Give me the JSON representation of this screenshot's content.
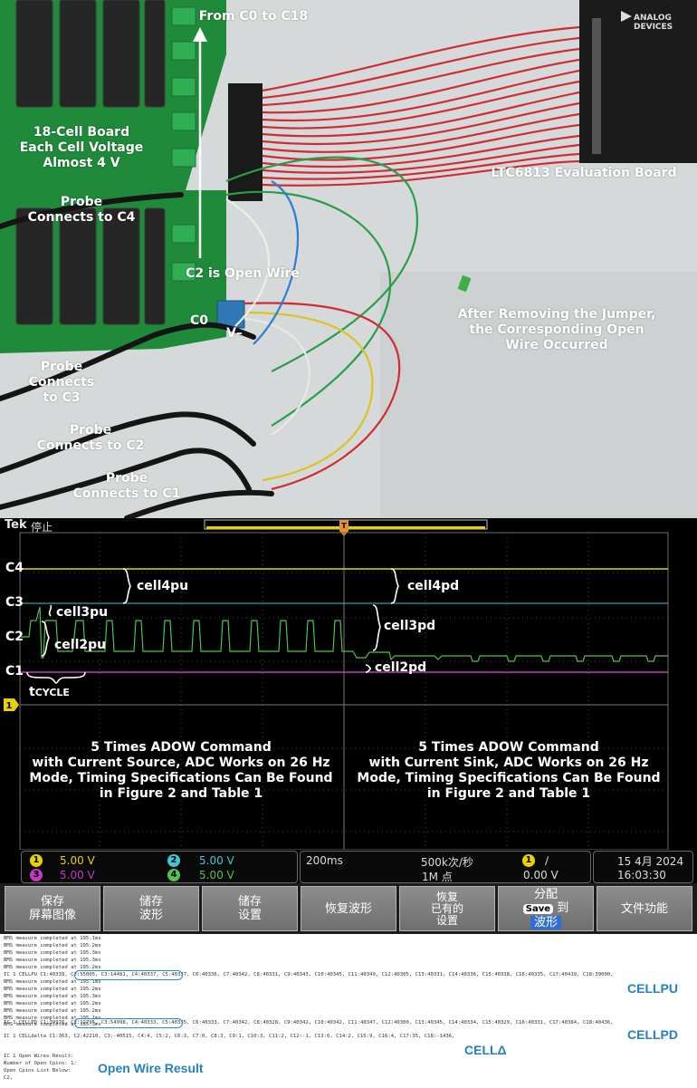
{
  "photo": {
    "labels": {
      "from_c0": "From C0 to C18",
      "board18": "18-Cell Board\nEach Cell Voltage\nAlmost 4 V",
      "probe_c4": "Probe\nConnects to C4",
      "c2_open": "C2 is Open Wire",
      "c0": "C0",
      "vminus": "V–",
      "eval_board": "LTC6813 Evaluation Board",
      "after_removing": "After Removing the Jumper,\nthe Corresponding Open\nWire Occurred",
      "probe_c3": "Probe\nConnects\nto C3",
      "probe_c2": "Probe\nConnects to C2",
      "probe_c1": "Probe\nConnects to C1"
    },
    "device_brand": "ANALOG\nDEVICES",
    "colors": {
      "pcb_green": "#1f8a3a",
      "wire_red": "#d12b33",
      "desk": "#d3d6d7"
    }
  },
  "scope": {
    "brand": "Tek",
    "run_state": "停止",
    "trigger_marker": "T",
    "channel_labels": [
      "C4",
      "C3",
      "C2",
      "C1"
    ],
    "ground_marker": "1",
    "annotations": {
      "cell4pu": "cell4pu",
      "cell3pu": "cell3pu",
      "cell2pu": "cell2pu",
      "tcycle_main": "t",
      "tcycle_sub": "CYCLE",
      "cell4pd": "cell4pd",
      "cell3pd": "cell3pd",
      "cell2pd": "cell2pd"
    },
    "caption_left": "5 Times ADOW Command\nwith Current Source, ADC Works on 26 Hz\nMode, Timing Specifications Can Be Found\nin Figure 2 and Table 1",
    "caption_right": "5 Times ADOW Command\nwith Current Sink, ADC Works on 26 Hz\nMode, Timing Specifications Can Be Found\nin Figure 2 and Table 1",
    "channels": [
      {
        "num": "1",
        "value": "5.00 V",
        "color": "#e8d100"
      },
      {
        "num": "2",
        "value": "5.00 V",
        "color": "#3ec8d6"
      },
      {
        "num": "3",
        "value": "5.00 V",
        "color": "#c23bc2"
      },
      {
        "num": "4",
        "value": "5.00 V",
        "color": "#53c24a"
      }
    ],
    "timebase": "200ms",
    "sample_rate": "500k次/秒",
    "record_length": "1M 点",
    "trigger_channel": "1",
    "trigger_slope": "∕",
    "trigger_level": "0.00 V",
    "date": "15 4月 2024",
    "time": "16:03:30",
    "colors": {
      "ch1": "#e8d100",
      "ch2": "#3ec8d6",
      "ch3": "#c23bc2",
      "ch4": "#53c24a",
      "grid": "#4a4a4a"
    }
  },
  "buttons": [
    {
      "label": "保存\n屏幕图像"
    },
    {
      "label": "储存\n波形"
    },
    {
      "label": "储存\n设置"
    },
    {
      "label": "恢复波形"
    },
    {
      "label": "恢复\n已有的\n设置"
    },
    {
      "label_top": "分配",
      "save_badge": "Save",
      "label_to": "到",
      "label_bottom": "波形"
    },
    {
      "label": "文件功能"
    }
  ],
  "console": {
    "lines": [
      "BMS measure completed at 195.1ms",
      "BMS measure completed at 195.2ms",
      "BMS measure completed at 195.3ms",
      "BMS measure completed at 195.3ms",
      "BMS measure completed at 195.2ms",
      "IC 1 CELLPU  C1:40339, C2:55005, C3:14481, C4:40337, C5:40337, C6:40336, C7:40342, C8:40331, C9:40343, C10:40345, C11:40349, C12:40305, C13:40331, C14:40336, C15:40338, C16:40335, C17:40419, C18:39000,",
      "BMS measure completed at 195.1ms",
      "BMS measure completed at 195.2ms",
      "BMS measure completed at 195.3ms",
      "BMS measure completed at 195.2ms",
      "BMS measure completed at 195.2ms",
      "BMS measure completed at 195.1ms",
      "BMS measure completed at 195.3ms",
      "IC 1 CELLPD  C1:39976, C2:12795, C3:54998, C4:40333, C5:40335, C6:40333, C7:40342, C8:40328, C9:40342, C10:40342, C11:40347, C12:40300, C13:40345, C14:40334, C15:40329, C16:40331, C17:40384, C18:40436,",
      "",
      "IC 1 CELLdelta  C1:363, C2:42210, C3:-40515, C4:4, C5:2, C6:3, C7:0, C8:3, C9:1, C10:3, C11:2, C12:-1, C13:6, C14:2, C15:9, C16:4, C17:35, C18:-1436,",
      "",
      "",
      "IC 1 Open Wires Result:",
      "Number of Open Cpins: 1:",
      "Open Cpins List Below:",
      "C2,"
    ],
    "tags": {
      "cellpu": "CELLPU",
      "cellpd": "CELLPD",
      "celldelta": "CELLΔ",
      "open_wire": "Open Wire Result"
    }
  }
}
